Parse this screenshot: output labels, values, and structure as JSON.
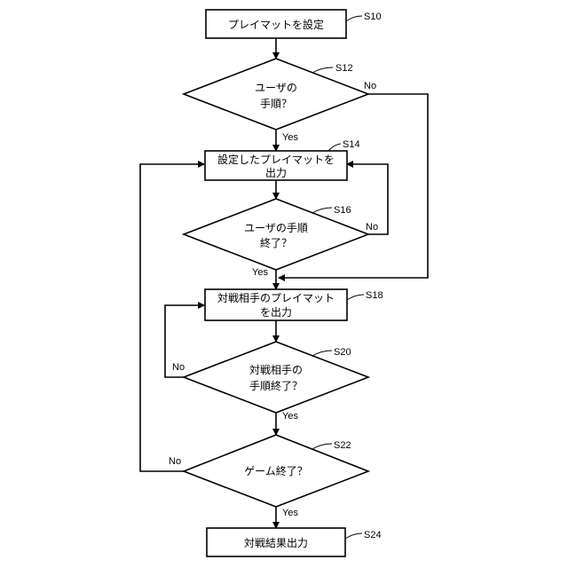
{
  "steps": {
    "s10": {
      "id": "S10",
      "line1": "プレイマットを設定"
    },
    "s12": {
      "id": "S12",
      "line1": "ユーザの",
      "line2": "手順？"
    },
    "s14": {
      "id": "S14",
      "line1": "設定したプレイマットを",
      "line2": "出力"
    },
    "s16": {
      "id": "S16",
      "line1": "ユーザの手順",
      "line2": "終了？"
    },
    "s18": {
      "id": "S18",
      "line1": "対戦相手のプレイマット",
      "line2": "を出力"
    },
    "s20": {
      "id": "S20",
      "line1": "対戦相手の",
      "line2": "手順終了？"
    },
    "s22": {
      "id": "S22",
      "line1": "ゲーム終了？"
    },
    "s24": {
      "id": "S24",
      "line1": "対戦結果出力"
    }
  },
  "branches": {
    "s12_yes": "Yes",
    "s12_no": "No",
    "s16_yes": "Yes",
    "s16_no": "No",
    "s20_yes": "Yes",
    "s20_no": "No",
    "s22_yes": "Yes",
    "s22_no": "No"
  }
}
